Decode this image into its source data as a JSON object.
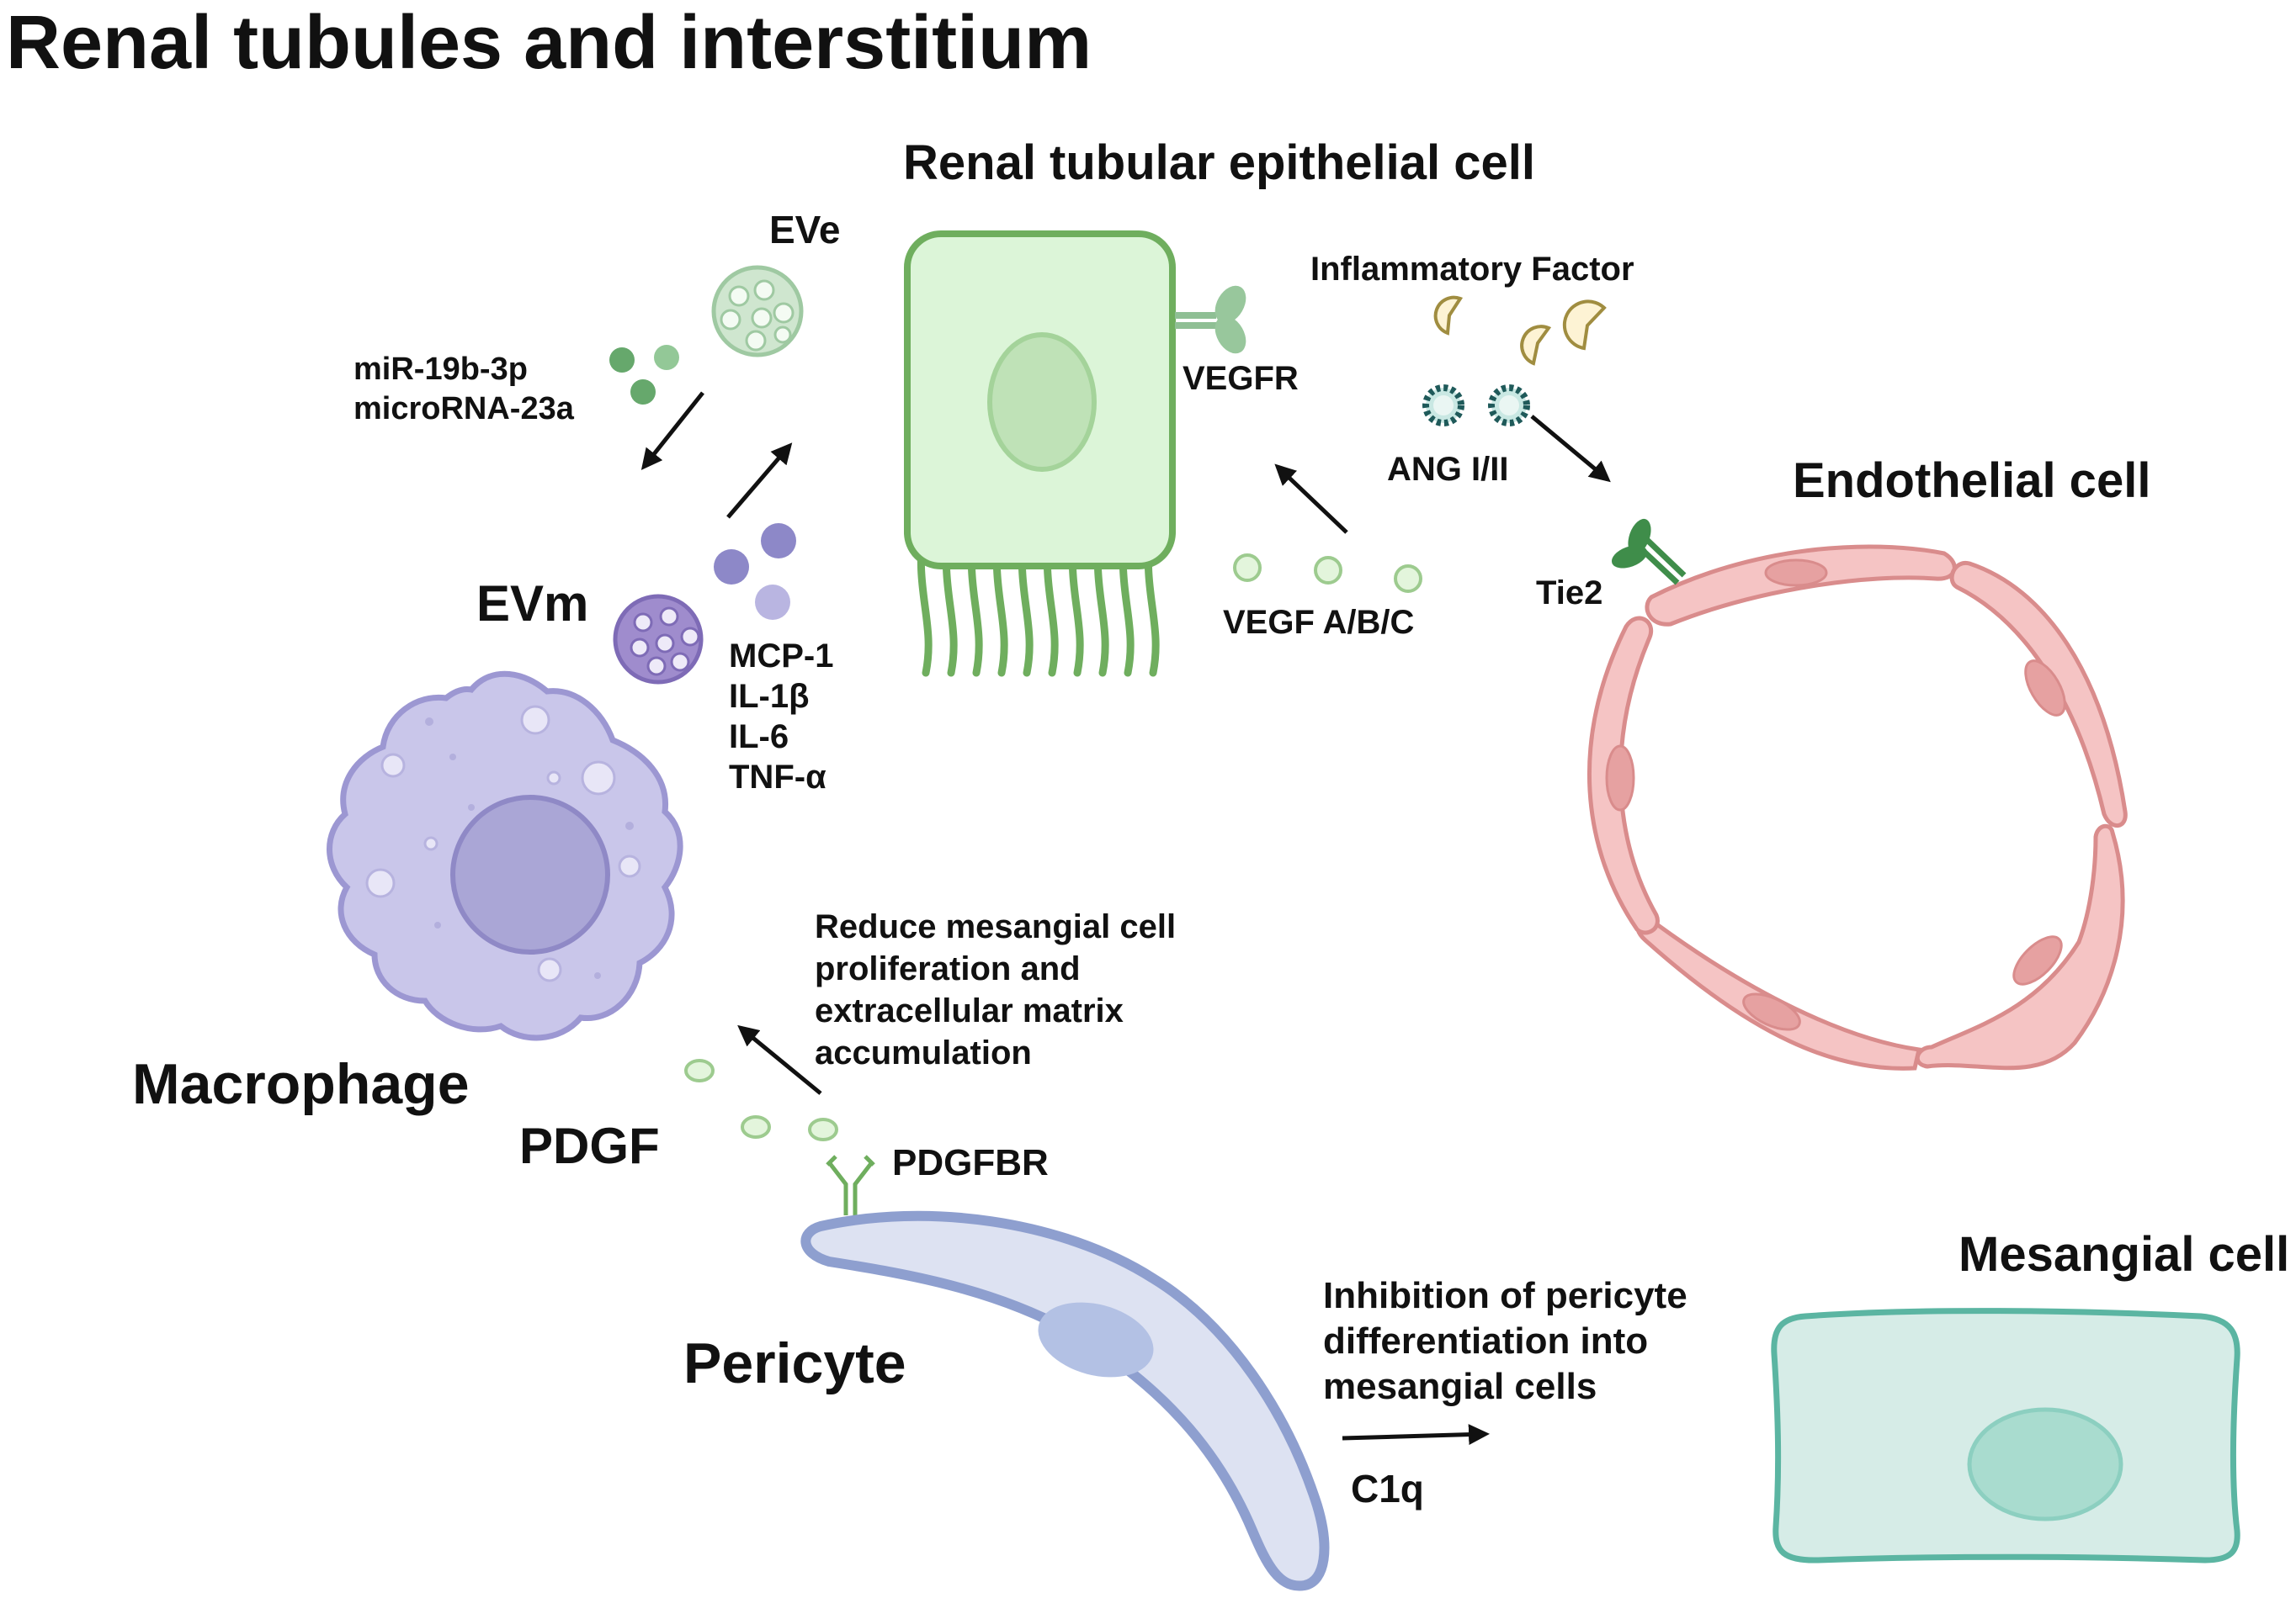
{
  "title": "Renal tubules and interstitium",
  "cells": {
    "tubular": "Renal tubular epithelial cell",
    "endothelial": "Endothelial cell",
    "macrophage": "Macrophage",
    "pericyte": "Pericyte",
    "mesangial": "Mesangial cell"
  },
  "vesicles": {
    "eve": "EVe",
    "evm": "EVm"
  },
  "mirnas": [
    "miR-19b-3p",
    "microRNA-23a"
  ],
  "cytokines": [
    "MCP-1",
    "IL-1β",
    "IL-6",
    "TNF-α"
  ],
  "receptors": {
    "vegfr": "VEGFR",
    "tie2": "Tie2",
    "pdgfbr": "PDGFBR"
  },
  "factors": {
    "inflammatory": "Inflammatory Factor",
    "ang": "ANG I/II",
    "vegf": "VEGF A/B/C",
    "pdgf": "PDGF",
    "c1q": "C1q"
  },
  "effects": {
    "pdgf_effect": [
      "Reduce mesangial cell",
      "proliferation and",
      "extracellular matrix",
      "accumulation"
    ],
    "c1q_effect": [
      "Inhibition of pericyte",
      "differentiation into",
      "mesangial cells"
    ]
  },
  "colors": {
    "tubular_fill": "#dcf5d8",
    "tubular_stroke": "#6fae5e",
    "endo_fill": "#f5c4c4",
    "endo_stroke": "#d98c8c",
    "macro_fill": "#c9c6ea",
    "macro_stroke": "#9c97d2",
    "pericyte_fill": "#dde2f2",
    "pericyte_stroke": "#8e9fcf",
    "mesangial_fill": "#d6ece7",
    "mesangial_stroke": "#5bb5a2"
  }
}
